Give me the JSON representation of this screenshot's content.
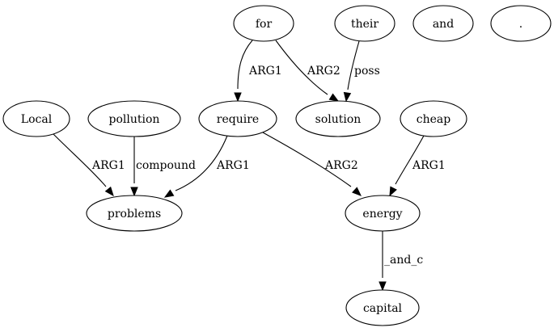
{
  "nodes": [
    {
      "id": "for",
      "label": "for"
    },
    {
      "id": "their",
      "label": "their"
    },
    {
      "id": "and",
      "label": "and"
    },
    {
      "id": "period",
      "label": "."
    },
    {
      "id": "local",
      "label": "Local"
    },
    {
      "id": "pollution",
      "label": "pollution"
    },
    {
      "id": "require",
      "label": "require"
    },
    {
      "id": "solution",
      "label": "solution"
    },
    {
      "id": "cheap",
      "label": "cheap"
    },
    {
      "id": "problems",
      "label": "problems"
    },
    {
      "id": "energy",
      "label": "energy"
    },
    {
      "id": "capital",
      "label": "capital"
    }
  ],
  "edges": [
    {
      "id": "for-require",
      "from": "for",
      "to": "require",
      "label": "ARG1"
    },
    {
      "id": "for-solution",
      "from": "for",
      "to": "solution",
      "label": "ARG2"
    },
    {
      "id": "their-solution",
      "from": "their",
      "to": "solution",
      "label": "poss"
    },
    {
      "id": "local-problems",
      "from": "local",
      "to": "problems",
      "label": "ARG1"
    },
    {
      "id": "pollution-problems",
      "from": "pollution",
      "to": "problems",
      "label": "compound"
    },
    {
      "id": "require-problems",
      "from": "require",
      "to": "problems",
      "label": "ARG1"
    },
    {
      "id": "require-energy",
      "from": "require",
      "to": "energy",
      "label": "ARG2"
    },
    {
      "id": "cheap-energy",
      "from": "cheap",
      "to": "energy",
      "label": "ARG1"
    },
    {
      "id": "energy-capital",
      "from": "energy",
      "to": "capital",
      "label": "_and_c"
    }
  ]
}
